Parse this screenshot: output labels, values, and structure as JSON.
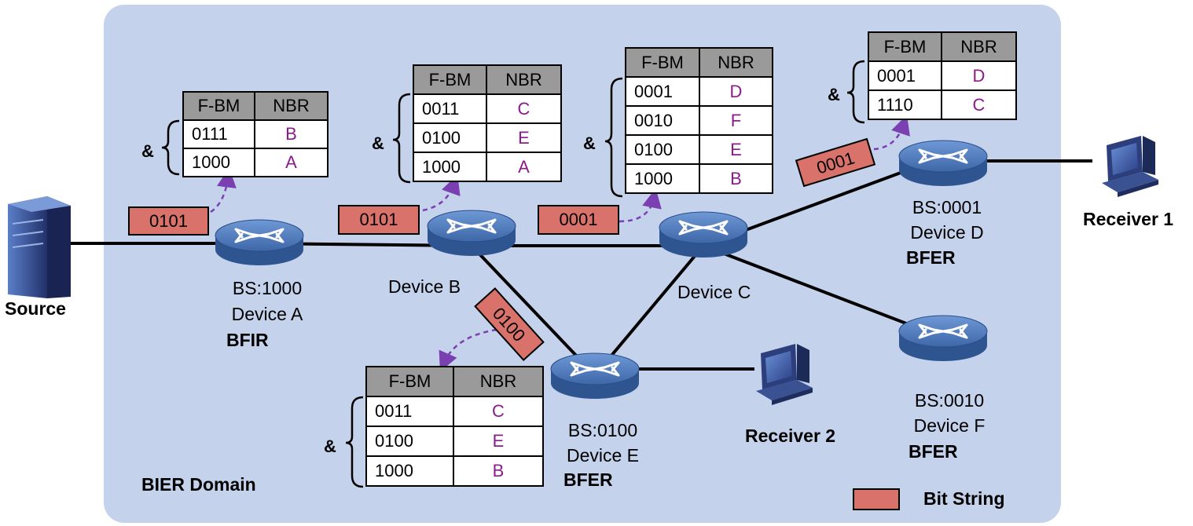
{
  "domain_label": "BIER Domain",
  "source_label": "Source",
  "receivers": {
    "r1": "Receiver 1",
    "r2": "Receiver 2"
  },
  "devices": {
    "a": {
      "bs": "BS:1000",
      "name": "Device A",
      "role": "BFIR"
    },
    "b": {
      "name": "Device B"
    },
    "c": {
      "name": "Device C"
    },
    "d": {
      "bs": "BS:0001",
      "name": "Device D",
      "role": "BFER"
    },
    "e": {
      "bs": "BS:0100",
      "name": "Device E",
      "role": "BFER"
    },
    "f": {
      "bs": "BS:0010",
      "name": "Device F",
      "role": "BFER"
    }
  },
  "bit_strings": {
    "a": "0101",
    "b": "0101",
    "c": "0001",
    "d": "0001",
    "e": "0100"
  },
  "legend": {
    "label": "Bit String"
  },
  "amp": "&",
  "tables": {
    "a": {
      "headers": [
        "F-BM",
        "NBR"
      ],
      "rows": [
        [
          "0111",
          "B"
        ],
        [
          "1000",
          "A"
        ]
      ]
    },
    "b": {
      "headers": [
        "F-BM",
        "NBR"
      ],
      "rows": [
        [
          "0011",
          "C"
        ],
        [
          "0100",
          "E"
        ],
        [
          "1000",
          "A"
        ]
      ]
    },
    "c": {
      "headers": [
        "F-BM",
        "NBR"
      ],
      "rows": [
        [
          "0001",
          "D"
        ],
        [
          "0010",
          "F"
        ],
        [
          "0100",
          "E"
        ],
        [
          "1000",
          "B"
        ]
      ]
    },
    "d": {
      "headers": [
        "F-BM",
        "NBR"
      ],
      "rows": [
        [
          "0001",
          "D"
        ],
        [
          "1110",
          "C"
        ]
      ]
    },
    "e": {
      "headers": [
        "F-BM",
        "NBR"
      ],
      "rows": [
        [
          "0011",
          "C"
        ],
        [
          "0100",
          "E"
        ],
        [
          "1000",
          "B"
        ]
      ]
    }
  },
  "colors": {
    "domain": "#c5d2ec",
    "bit_string": "#d9726a",
    "nbr_text": "#8b1a8b",
    "arrow": "#7a3fb0",
    "router": "#4a74b5"
  }
}
